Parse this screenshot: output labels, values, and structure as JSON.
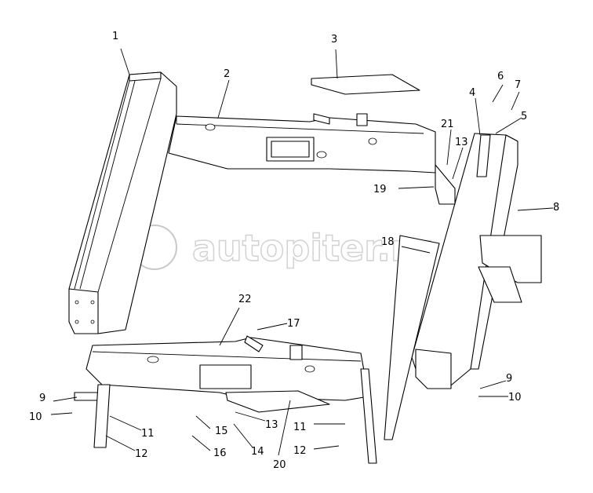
{
  "diagram": {
    "watermark": "autopiter.ru",
    "callouts": [
      "1",
      "2",
      "3",
      "4",
      "5",
      "6",
      "7",
      "8",
      "9",
      "10",
      "11",
      "12",
      "13",
      "14",
      "15",
      "16",
      "17",
      "18",
      "19",
      "20",
      "21",
      "22"
    ],
    "callouts_repeated": {
      "9b": "9",
      "10b": "10",
      "11b": "11",
      "12b": "12",
      "13b": "13"
    }
  }
}
